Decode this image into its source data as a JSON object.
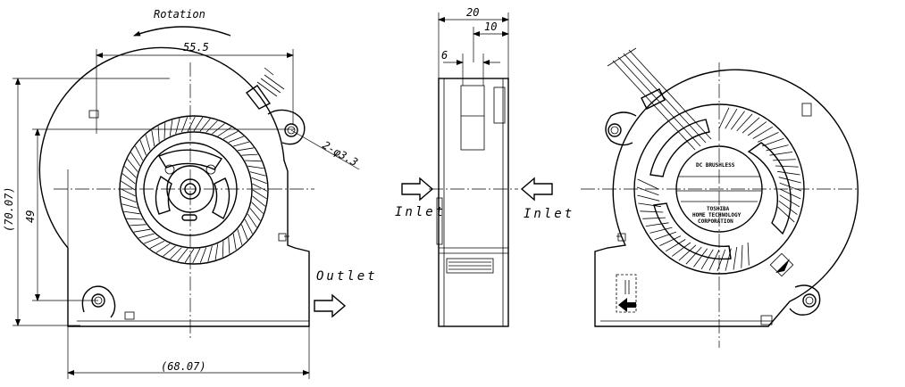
{
  "drawing": {
    "rotation_label": "Rotation",
    "outlet_label": "Outlet",
    "inlet_left_label": "Inlet",
    "inlet_right_label": "Inlet",
    "dim_width": "55.5",
    "dim_overall_height": "(70.07)",
    "dim_mount_spacing": "49",
    "dim_overall_width": "(68.07)",
    "dim_hole": "2-φ3.3",
    "dim_thickness": "20",
    "dim_half": "10",
    "dim_offset": "6"
  },
  "label_plate": {
    "line1": "DC BRUSHLESS",
    "line2": "TOSHIBA",
    "line3": "HOME TECHNOLOGY",
    "line4": "CORPORATION"
  }
}
